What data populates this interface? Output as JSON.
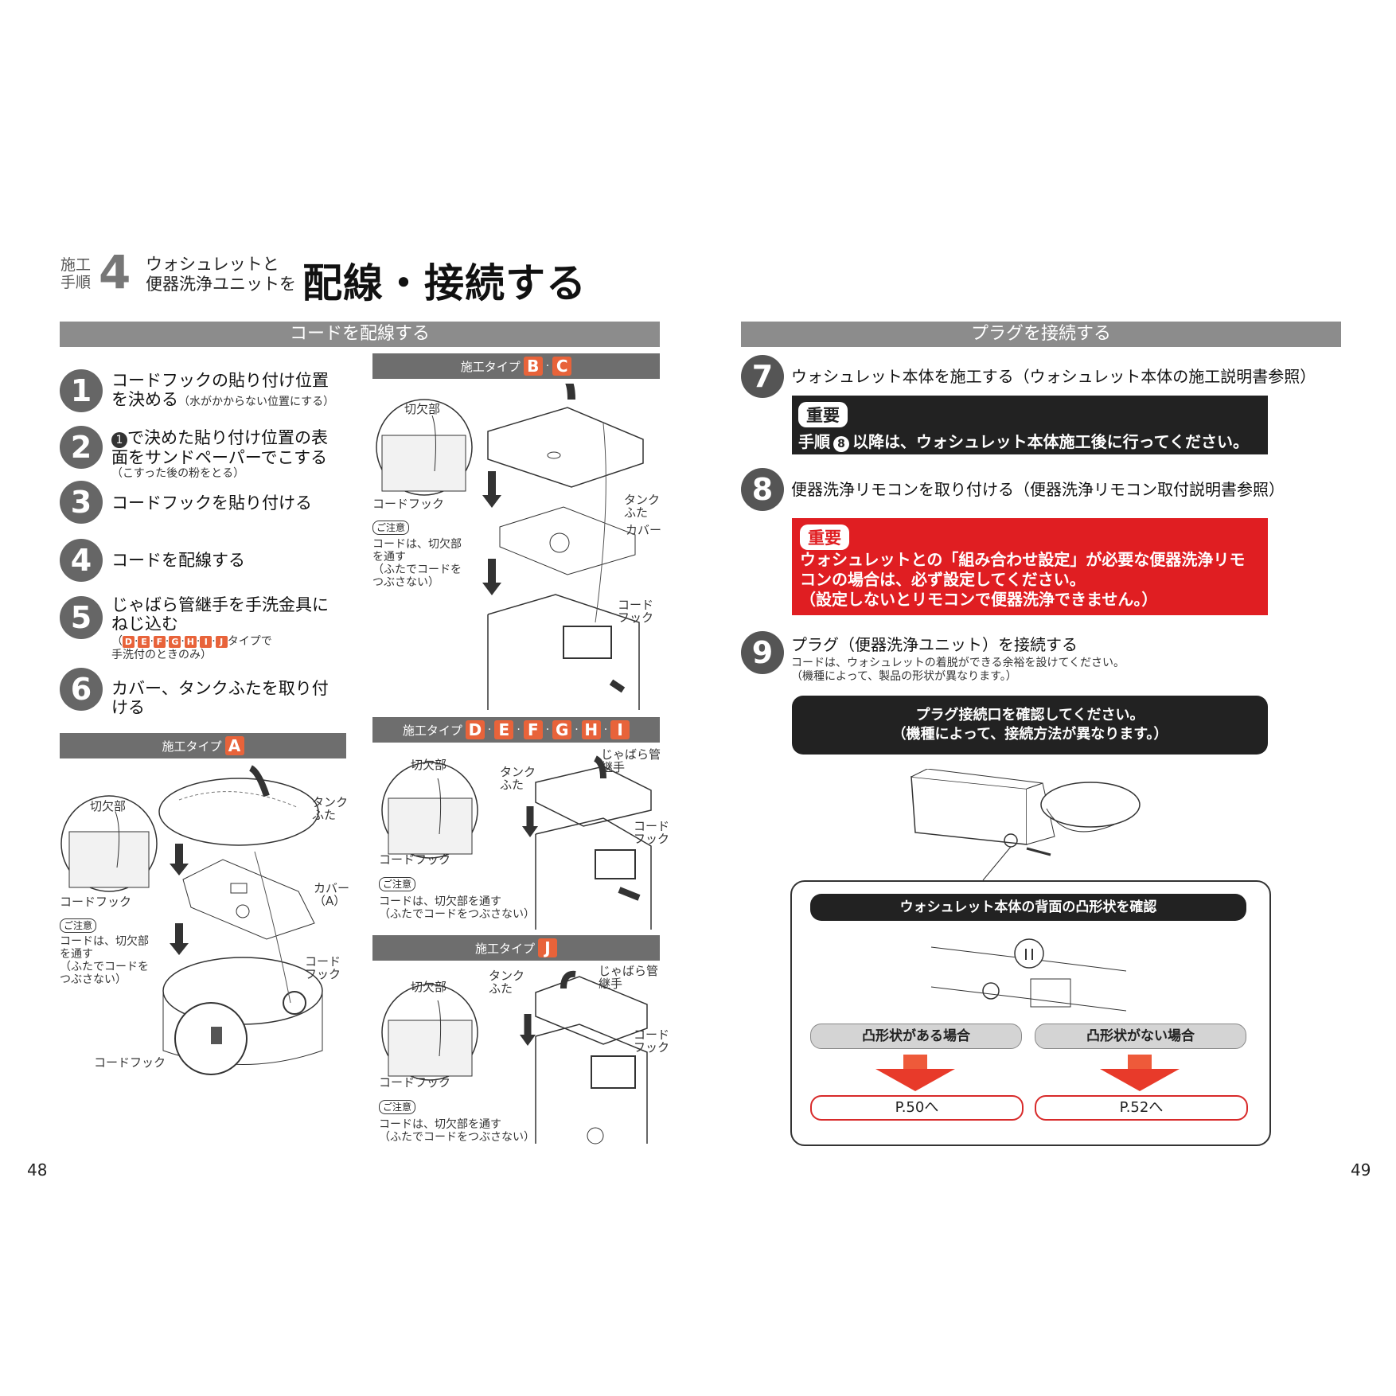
{
  "header": {
    "step_label_1": "施工",
    "step_label_2": "手順",
    "step_number": "4",
    "subtitle_1": "ウォシュレットと",
    "subtitle_2": "便器洗浄ユニットを",
    "title": "配線・接続する"
  },
  "left": {
    "section_title": "コードを配線する",
    "steps": [
      {
        "num": "1",
        "text_1": "コードフックの貼り付け位置",
        "text_2": "を決める",
        "note": "（水がかからない位置にする）"
      },
      {
        "num": "2",
        "text_1": "で決めた貼り付け位置の表",
        "ref": "1",
        "text_2": "面をサンドペーパーでこする",
        "note": "（こすった後の粉をとる）"
      },
      {
        "num": "3",
        "text_1": "コードフックを貼り付ける"
      },
      {
        "num": "4",
        "text_1": "コードを配線する"
      },
      {
        "num": "5",
        "text_1": "じゃばら管継手を手洗金具に",
        "text_2": "ねじ込む",
        "note_types": [
          "D",
          "E",
          "F",
          "G",
          "H",
          "I",
          "J"
        ],
        "note_suffix": "タイプで",
        "note_2": "手洗付のときのみ）",
        "note_open": "（"
      },
      {
        "num": "6",
        "text_1": "カバー、タンクふたを取り付",
        "text_2": "ける"
      }
    ],
    "type_label": "施工タイプ",
    "type_a": {
      "types": [
        "A"
      ],
      "notch": "切欠部",
      "hook": "コードフック",
      "tank_lid": "タンク\nふた",
      "cover": "カバー\n（A）",
      "hook2": "コード\nフック",
      "hook3": "コードフック",
      "caution": "ご注意",
      "caution_text": "コードは、切欠部\nを通す\n（ふたでコードを\nつぶさない）"
    },
    "type_bc": {
      "types": [
        "B",
        "C"
      ],
      "notch": "切欠部",
      "hook": "コードフック",
      "tank_lid": "タンク\nふた",
      "cover": "カバー",
      "hook2": "コード\nフック",
      "caution": "ご注意",
      "caution_text": "コードは、切欠部\nを通す\n（ふたでコードを\nつぶさない）"
    },
    "type_dei": {
      "types": [
        "D",
        "E",
        "F",
        "G",
        "H",
        "I"
      ],
      "notch": "切欠部",
      "hook": "コードフック",
      "tank_lid": "タンク\nふた",
      "bellows": "じゃばら管\n継手",
      "hook2": "コード\nフック",
      "caution": "ご注意",
      "caution_text": "コードは、切欠部を通す\n（ふたでコードをつぶさない）"
    },
    "type_j": {
      "types": [
        "J"
      ],
      "notch": "切欠部",
      "hook": "コードフック",
      "tank_lid": "タンク\nふた",
      "bellows": "じゃばら管\n継手",
      "hook2": "コード\nフック",
      "caution": "ご注意",
      "caution_text": "コードは、切欠部を通す\n（ふたでコードをつぶさない）"
    },
    "page_number": "48"
  },
  "right": {
    "section_title": "プラグを接続する",
    "step7": {
      "num": "7",
      "text": "ウォシュレット本体を施工する（ウォシュレット本体の施工説明書参照）"
    },
    "important1": {
      "badge": "重要",
      "text_pre": "手順",
      "ref": "8",
      "text_post": "以降は、ウォシュレット本体施工後に行ってください。"
    },
    "step8": {
      "num": "8",
      "text": "便器洗浄リモコンを取り付ける（便器洗浄リモコン取付説明書参照）"
    },
    "important2": {
      "badge": "重要",
      "line1": "ウォシュレットとの「組み合わせ設定」が必要な便器洗浄リモ",
      "line2": "コンの場合は、必ず設定してください。",
      "line3": "（設定しないとリモコンで便器洗浄できません。）"
    },
    "step9": {
      "num": "9",
      "text": "プラグ（便器洗浄ユニット）を接続する",
      "note1": "コードは、ウォシュレットの着脱ができる余裕を設けてください。",
      "note2": "（機種によって、製品の形状が異なります。）"
    },
    "check_box": {
      "line1": "プラグ接続口を確認してください。",
      "line2": "（機種によって、接続方法が異なります。）"
    },
    "detail": {
      "header": "ウォシュレット本体の背面の凸形状を確認",
      "case_yes": "凸形状がある場合",
      "case_no": "凸形状がない場合",
      "ref_yes": "P.50へ",
      "ref_no": "P.52へ"
    },
    "page_number": "49"
  }
}
